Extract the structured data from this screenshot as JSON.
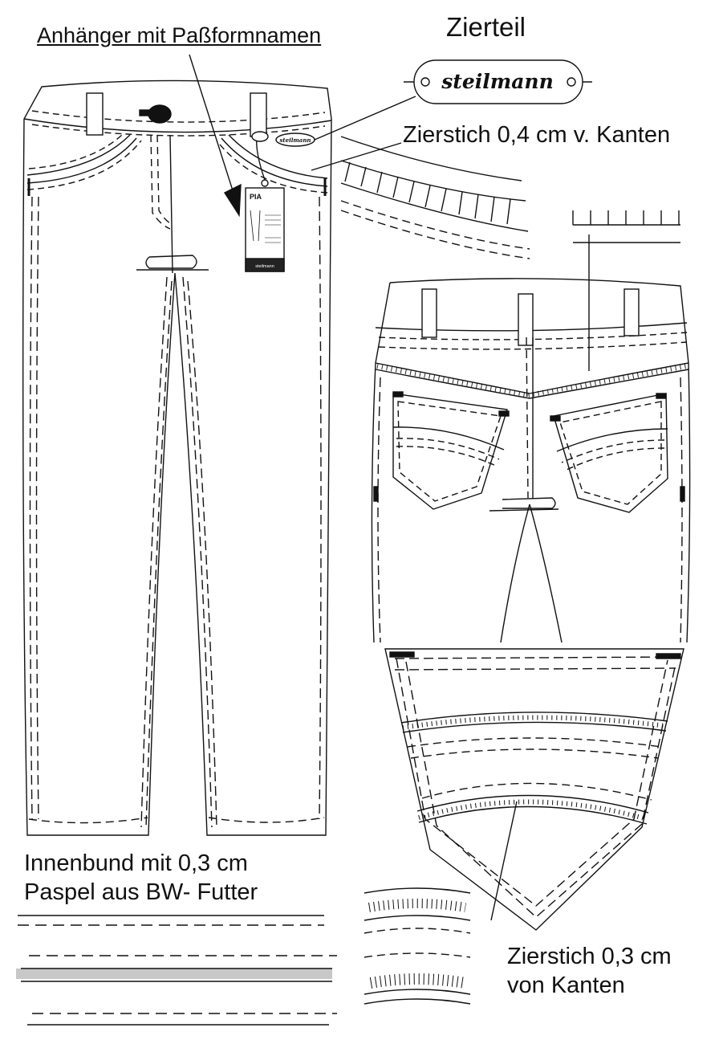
{
  "labels": {
    "tag_label": "Anhänger mit Paßformnamen",
    "ornament_title": "Zierteil",
    "ornament_brand": "steilmann",
    "stitch_04": "Zierstich 0,4 cm v. Kanten",
    "inner_waistband_line1": "Innenbund mit 0,3 cm",
    "inner_waistband_line2": "Paspel aus BW- Futter",
    "stitch_03_line1": "Zierstich 0,3 cm",
    "stitch_03_line2": "von Kanten"
  },
  "hang_tag": {
    "fit_name": "PIA",
    "brand": "steilmann"
  },
  "colors": {
    "line": "#111111",
    "fill": "#ffffff",
    "piping": "#c8c8c8",
    "tag_bottom": "#222222"
  }
}
